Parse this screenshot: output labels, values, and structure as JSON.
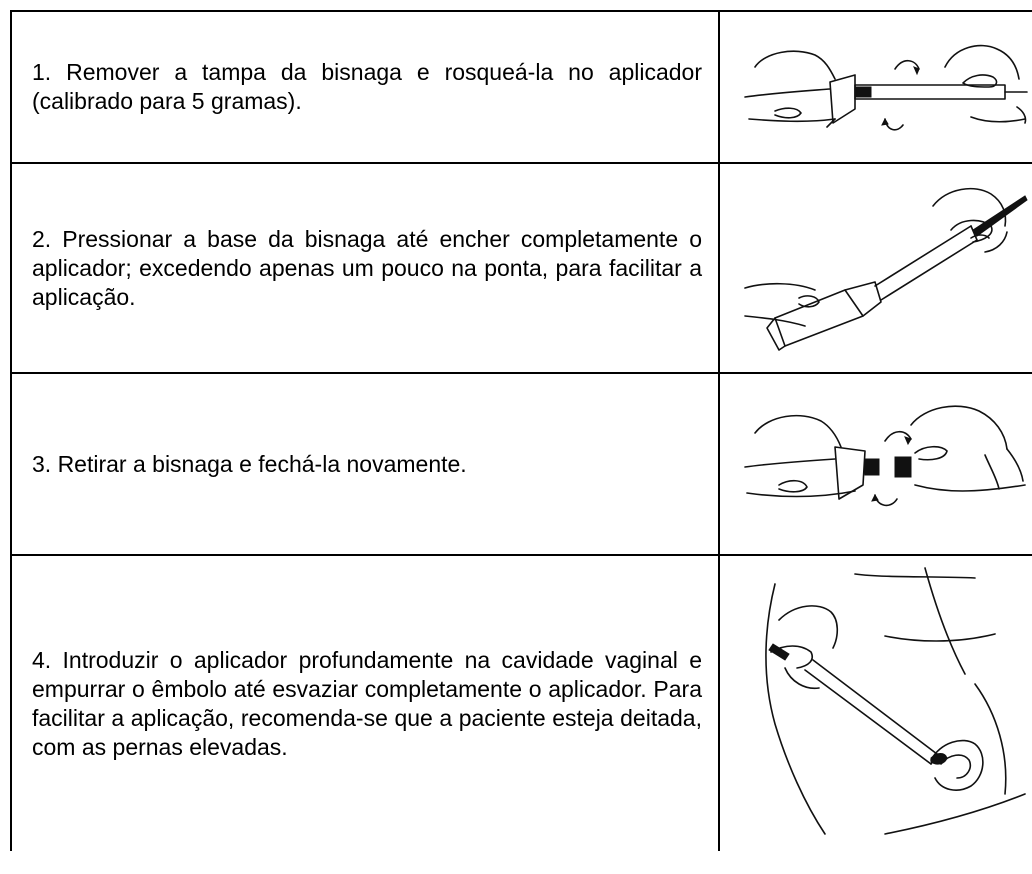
{
  "steps": [
    {
      "number": "1.",
      "text": "1. Remover a tampa da bisnaga e rosqueá-la no aplicador (calibrado para 5 gramas).",
      "illustration": "screw-applicator-onto-tube-icon"
    },
    {
      "number": "2.",
      "text": "2. Pressionar a base da bisnaga até encher completamente o aplicador; excedendo apenas um pouco na ponta, para facilitar a aplicação.",
      "illustration": "fill-applicator-icon"
    },
    {
      "number": "3.",
      "text": "3. Retirar a bisnaga e fechá-la novamente.",
      "illustration": "close-tube-icon"
    },
    {
      "number": "4.",
      "text": "4. Introduzir o aplicador profundamente na cavidade vaginal e empurrar o êmbolo até esvaziar completamente o aplicador. Para facilitar a aplicação, recomenda-se que a paciente esteja deitada, com as pernas elevadas.",
      "illustration": "insert-applicator-icon"
    }
  ]
}
